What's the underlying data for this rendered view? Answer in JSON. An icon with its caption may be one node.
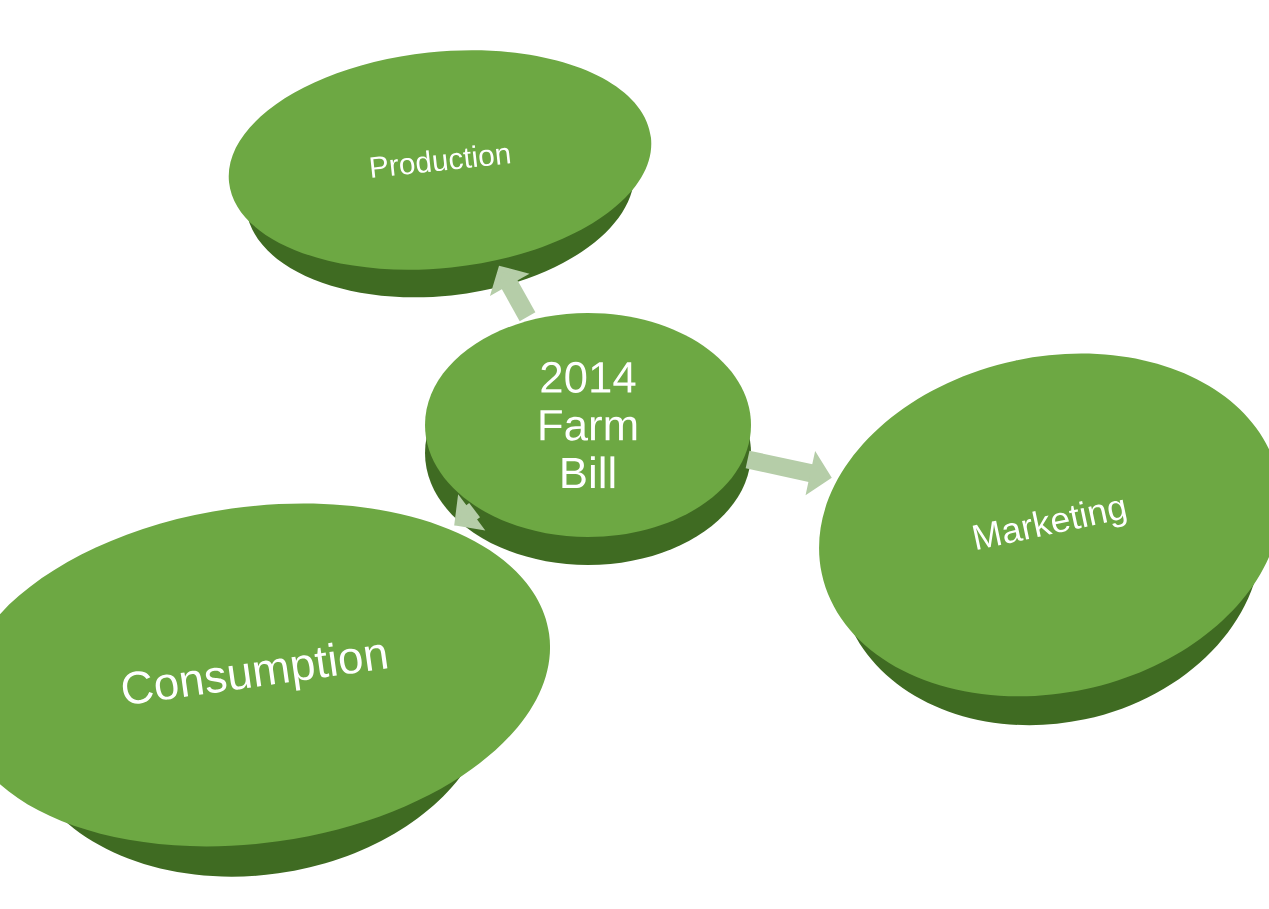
{
  "diagram": {
    "nodes": [
      {
        "text": [
          "2014 Farm Bill"
        ]
      },
      {
        "text": [
          "Production"
        ]
      },
      {
        "text": [
          "Marketing"
        ]
      },
      {
        "text": [
          "Consumption"
        ]
      }
    ],
    "edges": [
      {
        "from": 0,
        "to": 1,
        "arrow": "to"
      },
      {
        "from": 0,
        "to": 2,
        "arrow": "to"
      },
      {
        "from": 0,
        "to": 3,
        "arrow": "to"
      }
    ]
  }
}
